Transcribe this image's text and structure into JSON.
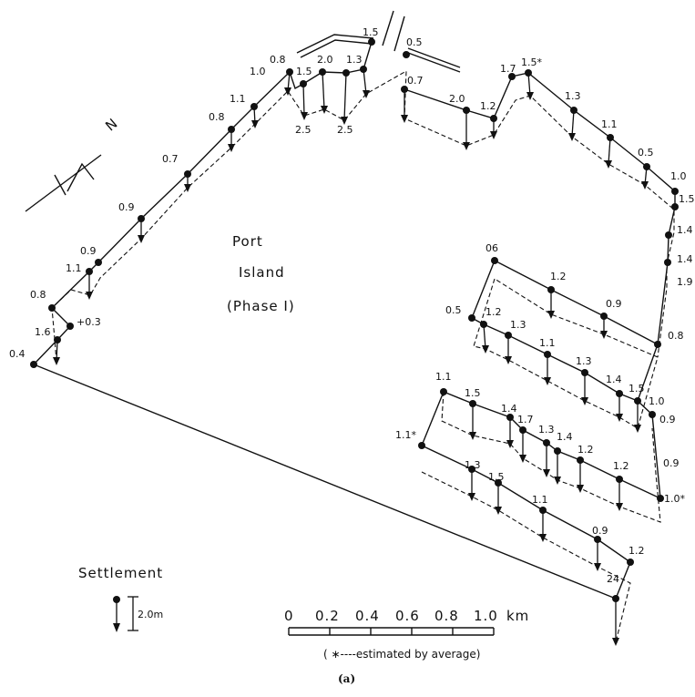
{
  "map_labels": {
    "area_line1": "Port",
    "area_line2": "Island",
    "area_line3": "(Phase I)",
    "north": "N"
  },
  "legend": {
    "title": "Settlement",
    "scale_label": "2.0m"
  },
  "scale_bar": {
    "ticks": [
      "0",
      "0.2",
      "0.4",
      "0.6",
      "0.8",
      "1.0"
    ],
    "unit": "km",
    "note": "( ∗----estimated by average)"
  },
  "caption": "(a)",
  "settlement_labels": [
    "1.5",
    "0.5",
    "0.8",
    "1.0",
    "1.5",
    "2.0",
    "1.3",
    "2.5",
    "2.5",
    "1.1",
    "0.8",
    "0.7",
    "0.9",
    "0.9",
    "1.1",
    "0.8",
    "1.6",
    "+0.3",
    "0.4",
    "0.7",
    "2.0",
    "1.2",
    "1.7",
    "1.5*",
    "1.3",
    "1.1",
    "0.5",
    "1.0",
    "1.5",
    "1.4",
    "1.4",
    "1.9",
    "0.8",
    "06",
    "1.2",
    "0.9",
    "0.5",
    "1.2",
    "1.3",
    "1.1",
    "1.3",
    "1.4",
    "1.5",
    "1.0",
    "0.9",
    "1.1",
    "1.5",
    "1.4",
    "1.7",
    "1.3",
    "1.4",
    "1.2",
    "1.2",
    "0.9",
    "1.1*",
    "1.3",
    "1.5",
    "1.1",
    "0.9",
    "1.2",
    "1.0*",
    "24"
  ]
}
